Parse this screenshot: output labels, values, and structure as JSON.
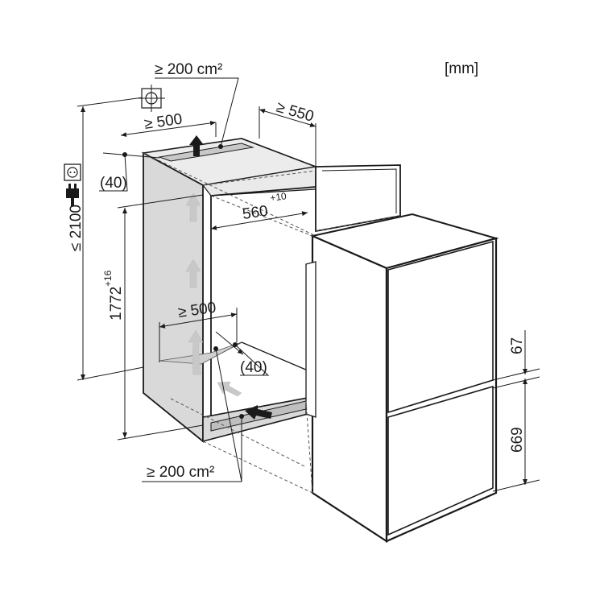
{
  "units": "[mm]",
  "top_vent": {
    "area": "≥ 200 cm²",
    "width": "≥ 500",
    "gap": "(40)"
  },
  "bottom_vent": {
    "area": "≥ 200 cm²",
    "width": "≥ 500",
    "gap": "(40)"
  },
  "niche_depth": "≥ 550",
  "niche_width": {
    "value": "560",
    "tolerance": "+10"
  },
  "niche_height": {
    "value": "1772",
    "tolerance": "+16"
  },
  "socket_height": "≤ 2100",
  "door_dims": {
    "upper": "67",
    "lower": "669"
  },
  "icons": [
    "socket-icon",
    "plug-icon",
    "ceiling-vent-icon",
    "airflow-arrow-icon"
  ],
  "colors": {
    "line": "#1a1a1a",
    "panel": "#d9d9d9",
    "airflow_arrow": "#c8c8c8",
    "vent_arrow": "#1a1a1a"
  }
}
